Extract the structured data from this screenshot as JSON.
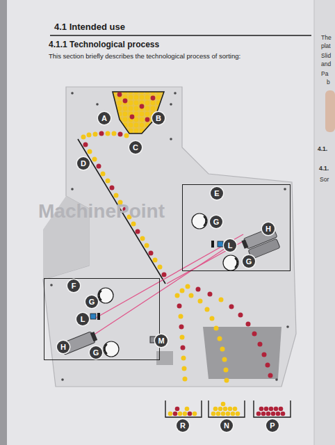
{
  "diagram": {
    "title": "4.1 Intended use",
    "nodes": [
      {
        "text": [
          "A"
        ]
      },
      {
        "text": [
          "B"
        ]
      },
      {
        "text": [
          "C"
        ]
      },
      {
        "text": [
          "D"
        ]
      },
      {
        "text": [
          "E"
        ]
      },
      {
        "text": [
          "G"
        ],
        "in": 4
      },
      {
        "text": [
          "H"
        ],
        "in": 4
      },
      {
        "text": [
          "L"
        ],
        "in": 4
      },
      {
        "text": [
          "G"
        ],
        "in": 4
      },
      {
        "text": [
          "F"
        ]
      },
      {
        "text": [
          "G"
        ],
        "in": 9
      },
      {
        "text": [
          "L"
        ],
        "in": 9
      },
      {
        "text": [
          "H"
        ],
        "in": 9
      },
      {
        "text": [
          "G"
        ],
        "in": 9
      },
      {
        "text": [
          "M"
        ]
      },
      {
        "text": [
          "R"
        ]
      },
      {
        "text": [
          "N"
        ]
      },
      {
        "text": [
          "P"
        ]
      }
    ],
    "labels": [
      "4.1.1 Technological process",
      "This section briefly describes the technological process of sorting:",
      "MachinePoint",
      "The",
      "plat",
      "Slid",
      "and",
      "Pa",
      "b",
      "4.1.",
      "4.1.",
      "Sor"
    ]
  }
}
